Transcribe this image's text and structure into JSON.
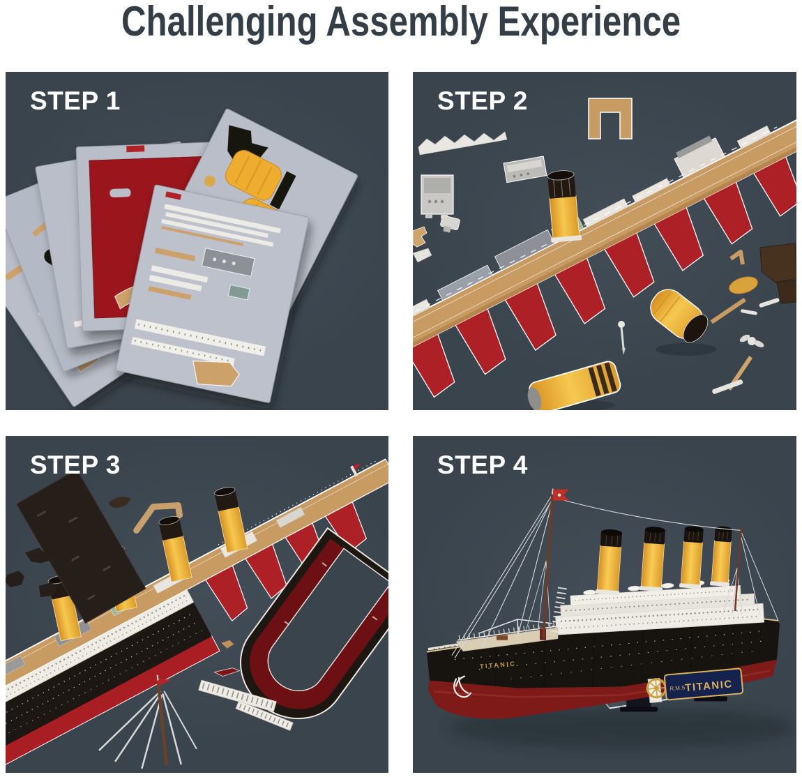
{
  "title": "Challenging Assembly Experience",
  "steps": [
    {
      "label": "STEP 1"
    },
    {
      "label": "STEP 2"
    },
    {
      "label": "STEP 3"
    },
    {
      "label": "STEP 4"
    }
  ],
  "ship": {
    "bow_name": "TITANIC",
    "nameplate_prefix": "R.M.S",
    "nameplate_name": "TITANIC"
  },
  "colors": {
    "page_bg": "#ffffff",
    "panel_bg": "#3a444d",
    "title_text": "#333e47",
    "step_label": "#ffffff",
    "funnel_yellow": "#eeac2d",
    "funnel_cap": "#1d1610",
    "hull_black": "#17130f",
    "hull_red": "#8c181b",
    "rib_red": "#ad2025",
    "deck_tan": "#c89b63",
    "sheet_gray": "#b9bec8",
    "nameplate_navy": "#15224d",
    "nameplate_gold": "#d8b25c"
  }
}
